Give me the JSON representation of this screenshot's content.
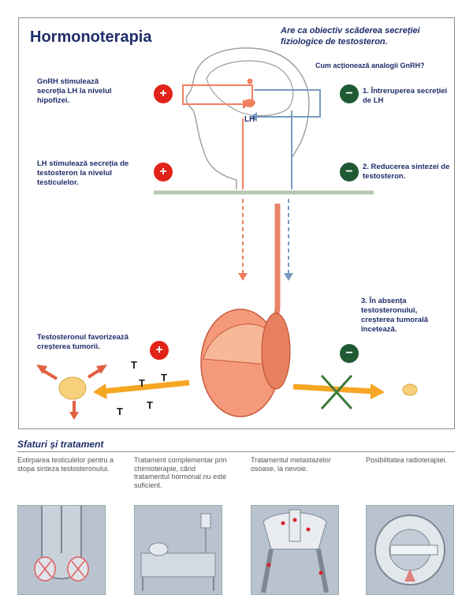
{
  "header": {
    "title": "Hormonoterapia",
    "objective": "Are ca obiectiv scăderea secreției fiziologice de testosteron.",
    "question": "Cum acționează analogii GnRH?"
  },
  "left_labels": {
    "gnrh": "GnRH stimulează secreția LH la nivelul hipofizei.",
    "lh": "LH stimulează secreția de testosteron la nivelul testiculelor.",
    "testosterone": "Testosteronul favorizează creșterea tumorii."
  },
  "right_labels": {
    "step1": "1. Întreruperea secreției de LH",
    "step2": "2. Reducerea sintezei de testosteron.",
    "step3": "3. În absența testosteronului, creșterea tumorală încetează."
  },
  "lh_label": "LH",
  "t_letter": "T",
  "signs": {
    "plus": "+",
    "minus": "−"
  },
  "colors": {
    "plus": "#e2231a",
    "minus": "#1f5a33",
    "title": "#1f2d6b",
    "arrow": "#f5a623"
  },
  "advice": {
    "title": "Sfaturi și tratament",
    "items": [
      {
        "text": "Extirparea testiculelor pentru a stopa sinteza testosteronului."
      },
      {
        "text": "Tratament complementar prin chimioterapie, când tratamentul hormonal nu este suficient."
      },
      {
        "text": "Tratamentul metastazelor osoase, la nevoie."
      },
      {
        "text": "Posibilitatea radioterapiei."
      }
    ]
  }
}
